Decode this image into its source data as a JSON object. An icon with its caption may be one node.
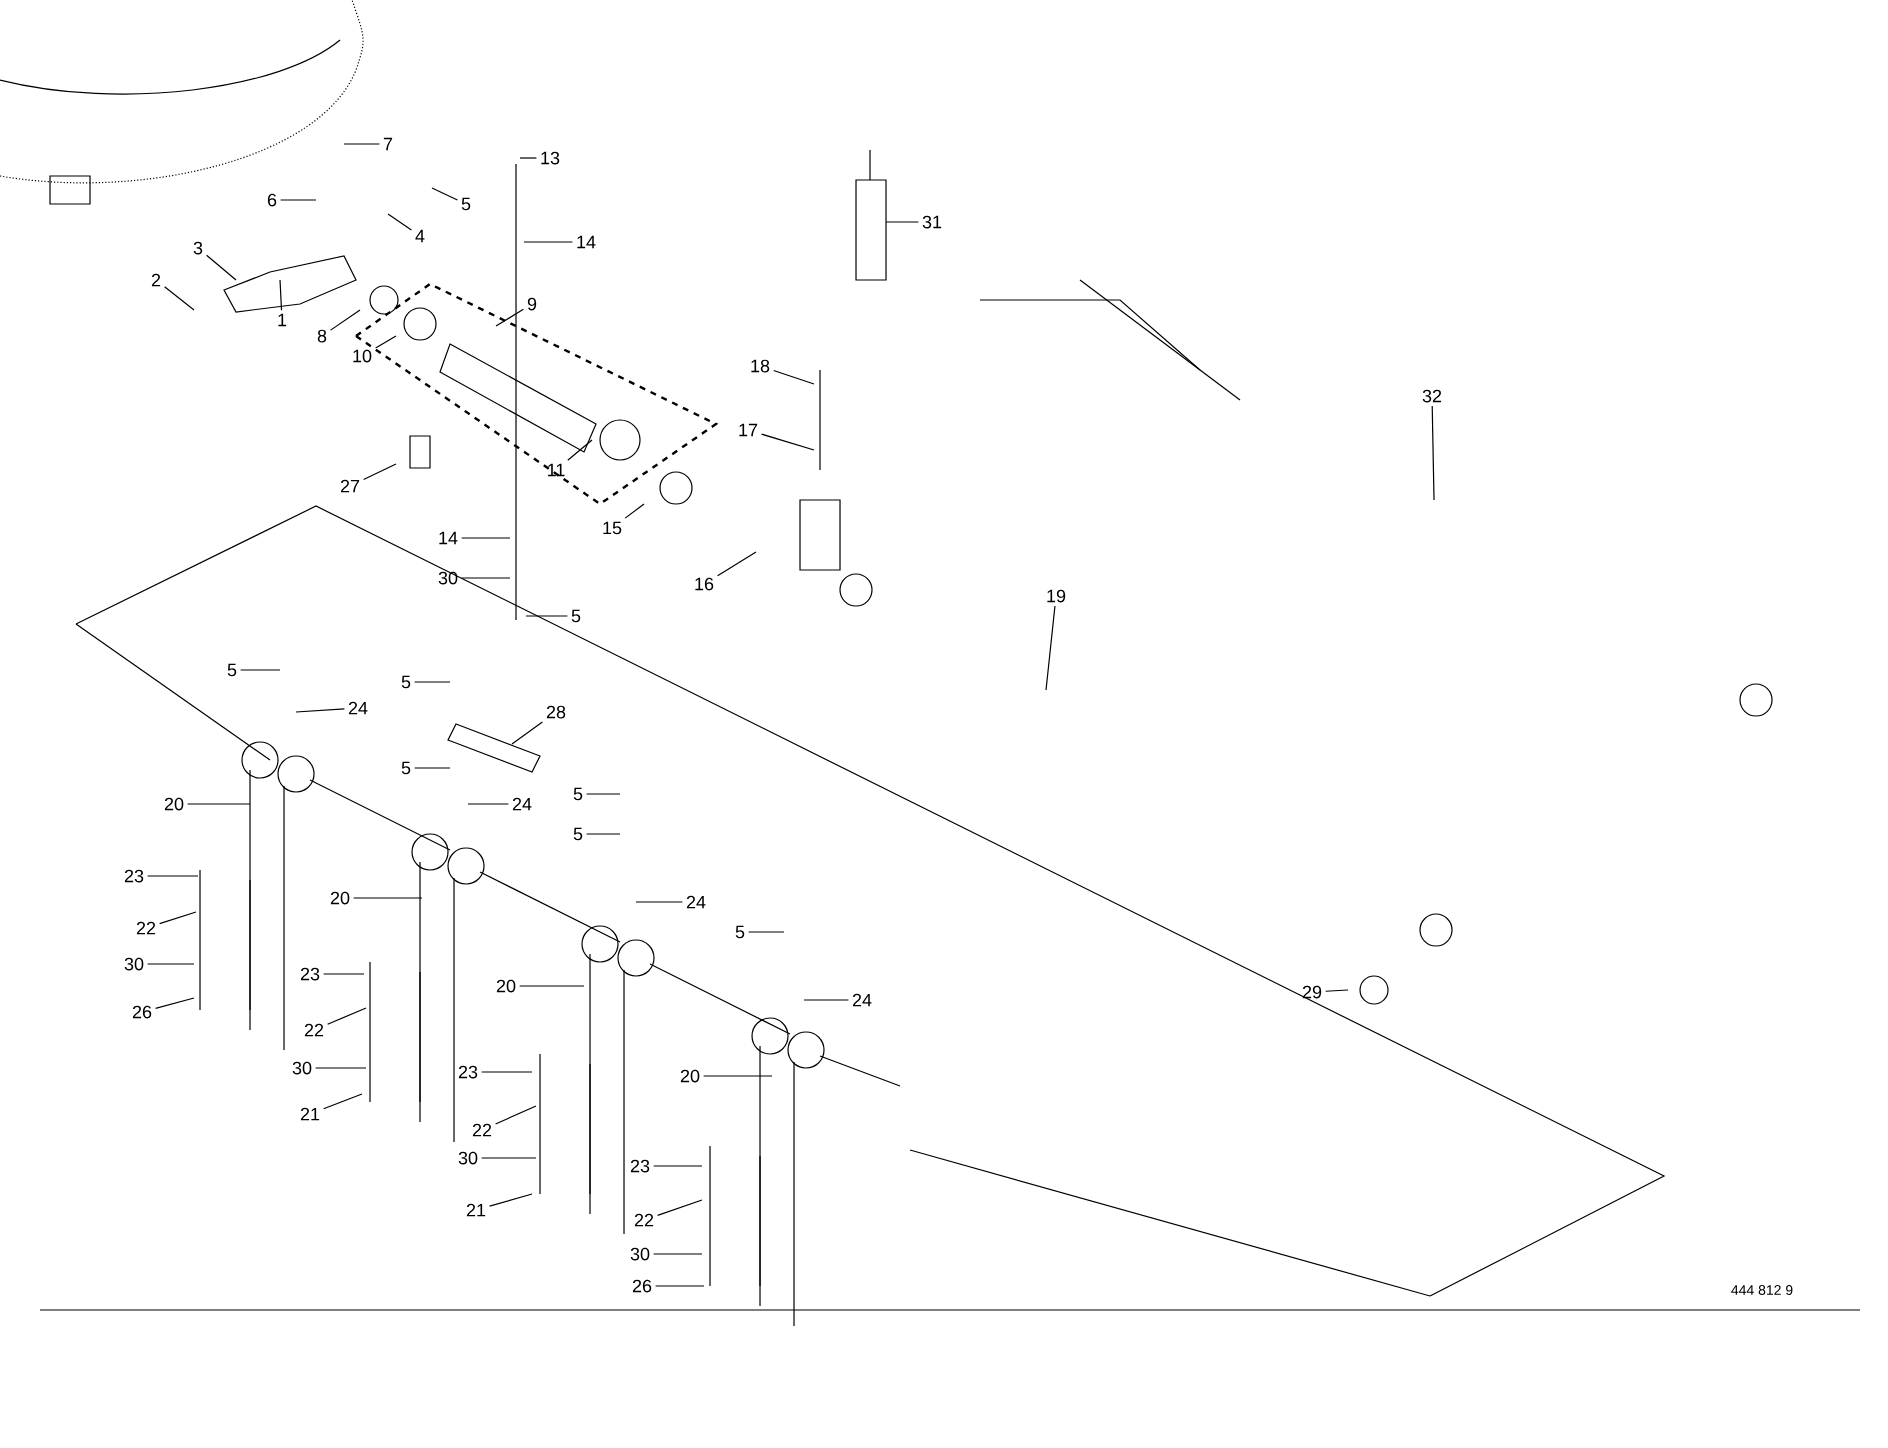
{
  "diagram": {
    "nodes": [
      {
        "text": [
          "7"
        ]
      },
      {
        "text": [
          "6"
        ]
      },
      {
        "text": [
          "5"
        ]
      },
      {
        "text": [
          "4"
        ]
      },
      {
        "text": [
          "3"
        ]
      },
      {
        "text": [
          "2"
        ]
      },
      {
        "text": [
          "1"
        ]
      },
      {
        "text": [
          "13"
        ]
      },
      {
        "text": [
          "14"
        ]
      },
      {
        "text": [
          "8"
        ]
      },
      {
        "text": [
          "9"
        ]
      },
      {
        "text": [
          "10"
        ]
      },
      {
        "text": [
          "31"
        ]
      },
      {
        "text": [
          "18"
        ]
      },
      {
        "text": [
          "32"
        ]
      },
      {
        "text": [
          "17"
        ]
      },
      {
        "text": [
          "27"
        ]
      },
      {
        "text": [
          "11"
        ]
      },
      {
        "text": [
          "15"
        ]
      },
      {
        "text": [
          "14"
        ]
      },
      {
        "text": [
          "30"
        ]
      },
      {
        "text": [
          "16"
        ]
      },
      {
        "text": [
          "19"
        ]
      },
      {
        "text": [
          "5"
        ]
      },
      {
        "text": [
          "5"
        ]
      },
      {
        "text": [
          "5"
        ]
      },
      {
        "text": [
          "24"
        ]
      },
      {
        "text": [
          "28"
        ]
      },
      {
        "text": [
          "5"
        ]
      },
      {
        "text": [
          "20"
        ]
      },
      {
        "text": [
          "5"
        ]
      },
      {
        "text": [
          "24"
        ]
      },
      {
        "text": [
          "5"
        ]
      },
      {
        "text": [
          "23"
        ]
      },
      {
        "text": [
          "20"
        ]
      },
      {
        "text": [
          "24"
        ]
      },
      {
        "text": [
          "22"
        ]
      },
      {
        "text": [
          "5"
        ]
      },
      {
        "text": [
          "30"
        ]
      },
      {
        "text": [
          "23"
        ]
      },
      {
        "text": [
          "20"
        ]
      },
      {
        "text": [
          "24"
        ]
      },
      {
        "text": [
          "29"
        ]
      },
      {
        "text": [
          "26"
        ]
      },
      {
        "text": [
          "22"
        ]
      },
      {
        "text": [
          "30"
        ]
      },
      {
        "text": [
          "23"
        ]
      },
      {
        "text": [
          "21"
        ]
      },
      {
        "text": [
          "20"
        ]
      },
      {
        "text": [
          "22"
        ]
      },
      {
        "text": [
          "30"
        ]
      },
      {
        "text": [
          "23"
        ]
      },
      {
        "text": [
          "21"
        ]
      },
      {
        "text": [
          "22"
        ]
      },
      {
        "text": [
          "30"
        ]
      },
      {
        "text": [
          "26"
        ]
      }
    ],
    "edges": [
      {
        "from": 0,
        "to": null,
        "arrow": "none"
      },
      {
        "from": 1,
        "to": null,
        "arrow": "none"
      },
      {
        "from": 2,
        "to": null,
        "arrow": "none"
      },
      {
        "from": 3,
        "to": null,
        "arrow": "none"
      },
      {
        "from": 4,
        "to": null,
        "arrow": "none"
      },
      {
        "from": 5,
        "to": null,
        "arrow": "none"
      },
      {
        "from": 6,
        "to": null,
        "arrow": "none"
      },
      {
        "from": 7,
        "to": null,
        "arrow": "none"
      },
      {
        "from": 8,
        "to": null,
        "arrow": "none"
      },
      {
        "from": 9,
        "to": null,
        "arrow": "none"
      },
      {
        "from": 10,
        "to": null,
        "arrow": "none"
      },
      {
        "from": 11,
        "to": null,
        "arrow": "none"
      },
      {
        "from": 12,
        "to": null,
        "arrow": "none"
      },
      {
        "from": 13,
        "to": null,
        "arrow": "none"
      },
      {
        "from": 14,
        "to": null,
        "arrow": "none"
      },
      {
        "from": 15,
        "to": null,
        "arrow": "none"
      },
      {
        "from": 16,
        "to": null,
        "arrow": "none"
      },
      {
        "from": 17,
        "to": null,
        "arrow": "none"
      },
      {
        "from": 18,
        "to": null,
        "arrow": "none"
      },
      {
        "from": 19,
        "to": null,
        "arrow": "none"
      },
      {
        "from": 20,
        "to": null,
        "arrow": "none"
      },
      {
        "from": 21,
        "to": null,
        "arrow": "none"
      },
      {
        "from": 22,
        "to": null,
        "arrow": "none"
      },
      {
        "from": 23,
        "to": null,
        "arrow": "none"
      },
      {
        "from": 24,
        "to": null,
        "arrow": "none"
      },
      {
        "from": 25,
        "to": null,
        "arrow": "none"
      },
      {
        "from": 26,
        "to": null,
        "arrow": "none"
      },
      {
        "from": 27,
        "to": null,
        "arrow": "none"
      },
      {
        "from": 28,
        "to": null,
        "arrow": "none"
      },
      {
        "from": 29,
        "to": null,
        "arrow": "none"
      },
      {
        "from": 30,
        "to": null,
        "arrow": "none"
      },
      {
        "from": 31,
        "to": null,
        "arrow": "none"
      },
      {
        "from": 32,
        "to": null,
        "arrow": "none"
      },
      {
        "from": 33,
        "to": null,
        "arrow": "none"
      },
      {
        "from": 34,
        "to": null,
        "arrow": "none"
      },
      {
        "from": 35,
        "to": null,
        "arrow": "none"
      },
      {
        "from": 36,
        "to": null,
        "arrow": "none"
      },
      {
        "from": 37,
        "to": null,
        "arrow": "none"
      },
      {
        "from": 38,
        "to": null,
        "arrow": "none"
      },
      {
        "from": 39,
        "to": null,
        "arrow": "none"
      },
      {
        "from": 40,
        "to": null,
        "arrow": "none"
      },
      {
        "from": 41,
        "to": null,
        "arrow": "none"
      },
      {
        "from": 42,
        "to": null,
        "arrow": "none"
      },
      {
        "from": 43,
        "to": null,
        "arrow": "none"
      },
      {
        "from": 44,
        "to": null,
        "arrow": "none"
      },
      {
        "from": 45,
        "to": null,
        "arrow": "none"
      },
      {
        "from": 46,
        "to": null,
        "arrow": "none"
      },
      {
        "from": 47,
        "to": null,
        "arrow": "none"
      },
      {
        "from": 48,
        "to": null,
        "arrow": "none"
      },
      {
        "from": 49,
        "to": null,
        "arrow": "none"
      },
      {
        "from": 50,
        "to": null,
        "arrow": "none"
      },
      {
        "from": 51,
        "to": null,
        "arrow": "none"
      },
      {
        "from": 52,
        "to": null,
        "arrow": "none"
      },
      {
        "from": 53,
        "to": null,
        "arrow": "none"
      },
      {
        "from": 54,
        "to": null,
        "arrow": "none"
      },
      {
        "from": 55,
        "to": null,
        "arrow": "none"
      }
    ],
    "labels": [
      "444 812 9"
    ]
  }
}
